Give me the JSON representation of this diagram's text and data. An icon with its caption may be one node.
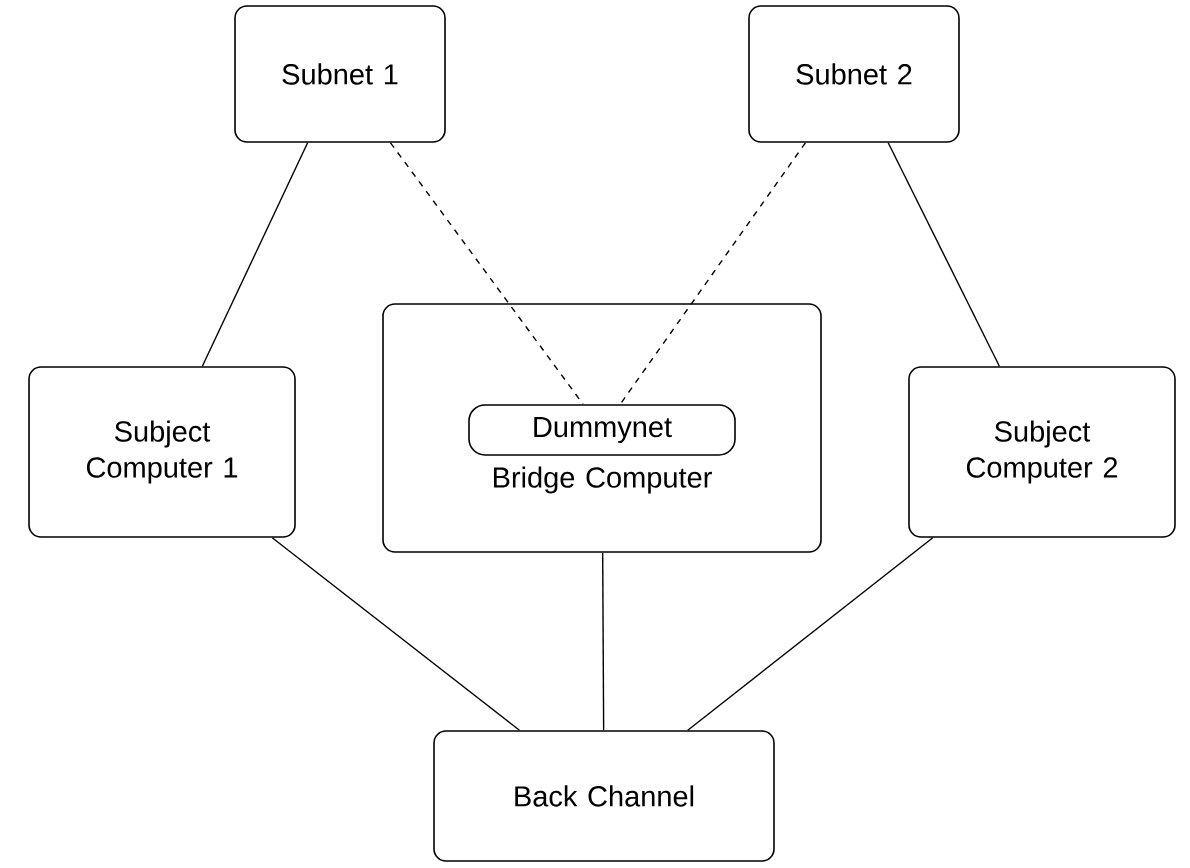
{
  "diagram": {
    "nodes": [
      {
        "text": [
          "Subnet 1"
        ]
      },
      {
        "text": [
          "Subnet 2"
        ]
      },
      {
        "text": [
          "Subject Computer 1"
        ]
      },
      {
        "text": [
          "Bridge Computer"
        ]
      },
      {
        "text": [
          "Dummynet"
        ],
        "in": 3
      },
      {
        "text": [
          "Subject Computer 2"
        ]
      },
      {
        "text": [
          "Back Channel"
        ]
      }
    ],
    "edges": [
      {
        "from": 0,
        "to": 2,
        "arrow": "none"
      },
      {
        "from": 0,
        "to": 4,
        "arrow": "none",
        "style": "dashed"
      },
      {
        "from": 1,
        "to": 4,
        "arrow": "none",
        "style": "dashed"
      },
      {
        "from": 1,
        "to": 5,
        "arrow": "none"
      },
      {
        "from": 2,
        "to": 6,
        "arrow": "none"
      },
      {
        "from": 3,
        "to": 6,
        "arrow": "none"
      },
      {
        "from": 5,
        "to": 6,
        "arrow": "none"
      }
    ]
  }
}
